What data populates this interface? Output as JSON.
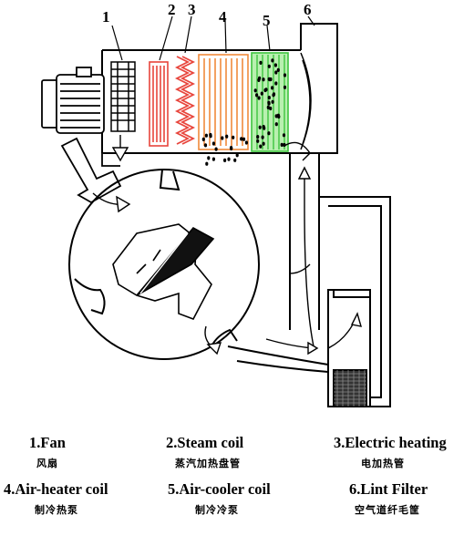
{
  "callouts": [
    "1",
    "2",
    "3",
    "4",
    "5",
    "6"
  ],
  "legend": [
    {
      "en": "1.Fan",
      "cn": "风扇"
    },
    {
      "en": "2.Steam coil",
      "cn": "蒸汽加热盘管"
    },
    {
      "en": "3.Electric heating",
      "cn": "电加热管"
    },
    {
      "en": "4.Air-heater coil",
      "cn": "制冷热泵"
    },
    {
      "en": "5.Air-cooler coil",
      "cn": "制冷冷泵"
    },
    {
      "en": "6.Lint Filter",
      "cn": "空气道纤毛筐"
    }
  ],
  "colors": {
    "steam_coil": "#e8453c",
    "electric_heating": "#e8453c",
    "heater_coil": "#f08a3c",
    "cooler_coil": "#3ec43e",
    "cooler_fill": "#b9f0b0",
    "outline": "#000000"
  }
}
